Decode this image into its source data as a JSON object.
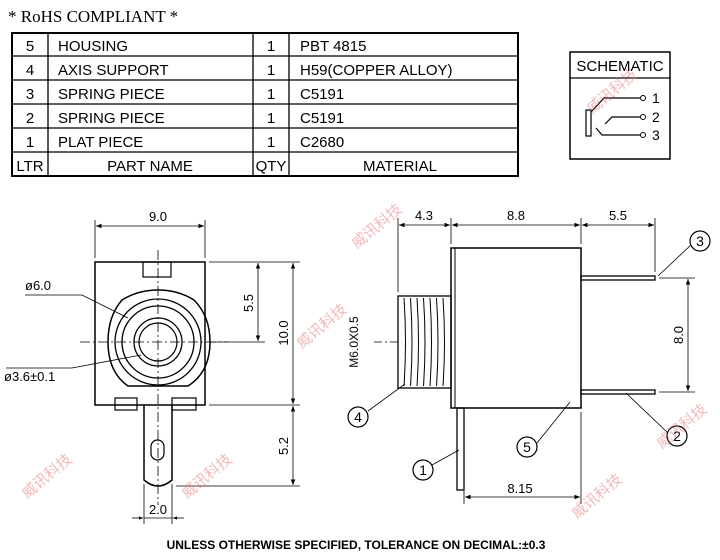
{
  "header": {
    "rohs": "* RoHS COMPLIANT *"
  },
  "bom": {
    "rows": [
      {
        "ltr": "5",
        "part": "HOUSING",
        "qty": "1",
        "material": "PBT 4815"
      },
      {
        "ltr": "4",
        "part": "AXIS SUPPORT",
        "qty": "1",
        "material": "H59(COPPER ALLOY)"
      },
      {
        "ltr": "3",
        "part": "SPRING PIECE",
        "qty": "1",
        "material": "C5191"
      },
      {
        "ltr": "2",
        "part": "SPRING PIECE",
        "qty": "1",
        "material": "C5191"
      },
      {
        "ltr": "1",
        "part": "PLAT PIECE",
        "qty": "1",
        "material": "C2680"
      }
    ],
    "headers": {
      "ltr": "LTR",
      "part": "PART NAME",
      "qty": "QTY",
      "material": "MATERIAL"
    }
  },
  "schematic": {
    "title": "SCHEMATIC",
    "pins": [
      "1",
      "2",
      "3"
    ]
  },
  "front_view": {
    "dims": {
      "width": "9.0",
      "upper": "5.5",
      "height": "10.0",
      "pin_len": "5.2",
      "pin_w": "2.0"
    },
    "labels": {
      "outer_dia": "ø6.0",
      "inner_dia": "ø3.6±0.1"
    }
  },
  "side_view": {
    "dims": {
      "front": "4.3",
      "body": "8.8",
      "pins": "5.5",
      "thread": "M6.0X0.5",
      "pin_span": "8.0",
      "bottom": "8.15"
    },
    "callouts": [
      "1",
      "2",
      "3",
      "4",
      "5"
    ]
  },
  "footer": {
    "note": "UNLESS OTHERWISE SPECIFIED, TOLERANCE ON DECIMAL:±0.3"
  },
  "watermark": {
    "text": "威讯科技",
    "color": "#e06060"
  }
}
